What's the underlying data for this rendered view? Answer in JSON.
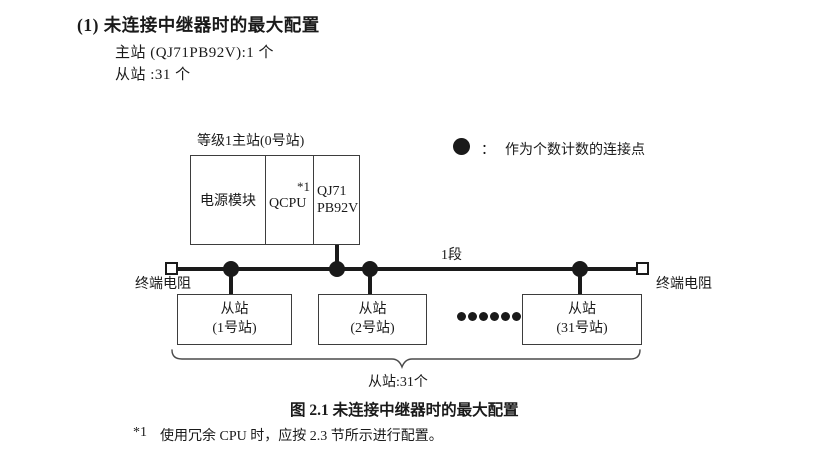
{
  "page": {
    "heading": "(1) 未连接中继器时的最大配置",
    "master_line": "主站 (QJ71PB92V):1 个",
    "slave_line": "从站 :31 个"
  },
  "diagram": {
    "master_station": {
      "label": "等级1主站(0号站)",
      "modules": {
        "power": "电源模块",
        "cpu": "QCPU",
        "cpu_note": "*1",
        "pb_line1": "QJ71",
        "pb_line2": "PB92V"
      }
    },
    "legend": {
      "colon": "：",
      "text": "作为个数计数的连接点"
    },
    "bus": {
      "segment_label": "1段"
    },
    "terminator_left": "终端电阻",
    "terminator_right": "终端电阻",
    "slaves": [
      {
        "line1": "从站",
        "line2": "(1号站)"
      },
      {
        "line1": "从站",
        "line2": "(2号站)"
      },
      {
        "line1": "从站",
        "line2": "(31号站)"
      }
    ],
    "brace_label": "从站:31个"
  },
  "caption": "图 2.1 未连接中继器时的最大配置",
  "footnote": {
    "marker": "*1",
    "text": "使用冗余 CPU 时，应按 2.3 节所示进行配置。"
  },
  "colors": {
    "text": "#1a1a1a",
    "line": "#1a1a1a",
    "box_border": "#3d3d3d"
  }
}
